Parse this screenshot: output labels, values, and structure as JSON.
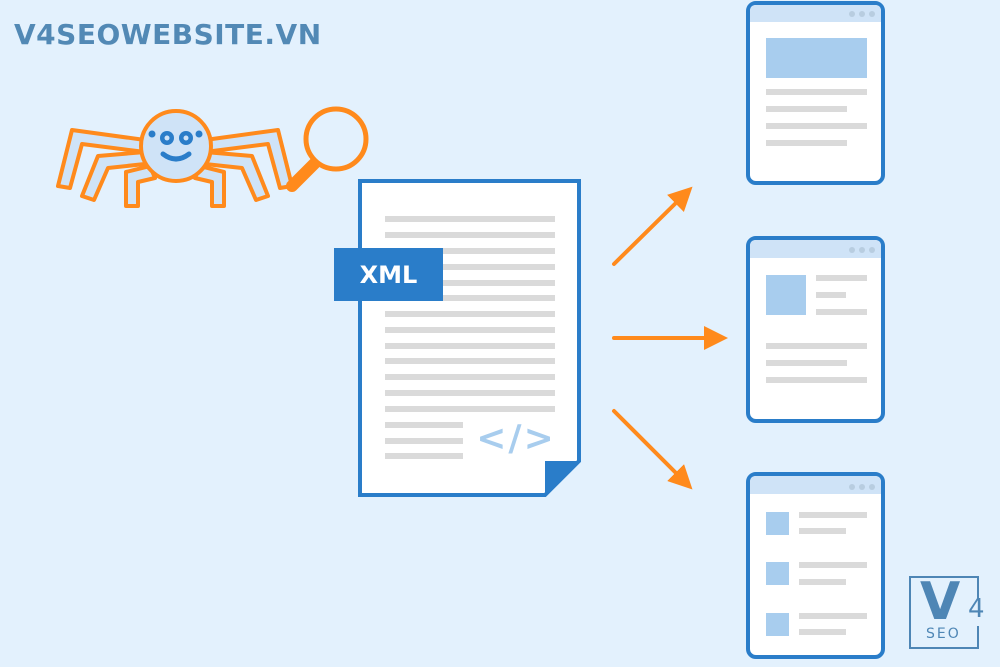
{
  "brand": {
    "text": "V4SEOWEBSITE.VN",
    "color": "#5289b5"
  },
  "colors": {
    "background": "#e3f1fd",
    "accent_orange": "#ff8a1c",
    "accent_blue": "#2a7dc9",
    "light_blue": "#a8cdee",
    "gray_line": "#dadada"
  },
  "crawler": {
    "description": "spider-bot-with-magnifier"
  },
  "document": {
    "label": "XML",
    "code_symbol": "</>"
  },
  "arrows": [
    "up-right",
    "right",
    "down-right"
  ],
  "pages": [
    {
      "layout": "hero-banner"
    },
    {
      "layout": "image-with-text"
    },
    {
      "layout": "list"
    }
  ],
  "logo": {
    "main": "V",
    "superscript": "4",
    "sub": "SEO"
  }
}
